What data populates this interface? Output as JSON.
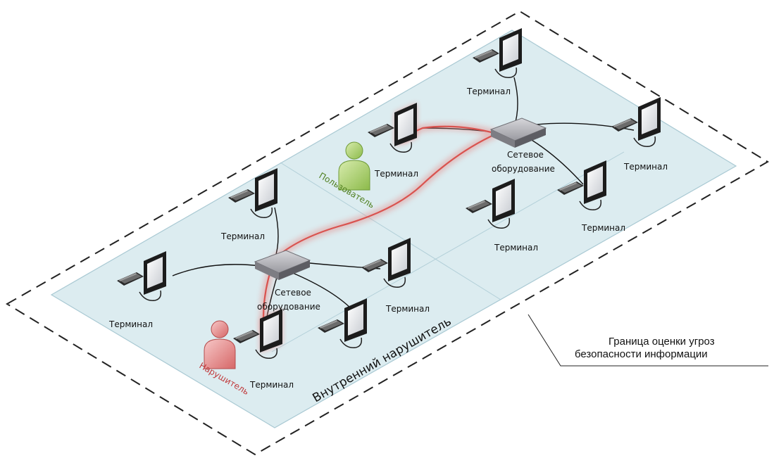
{
  "labels": {
    "terminal": "Терминал",
    "network_equipment_line1": "Сетевое",
    "network_equipment_line2": "оборудование",
    "user": "Пользователь",
    "intruder": "Нарушитель",
    "internal_zone": "Внутренний нарушитель",
    "boundary_line1": "Граница оценки угроз",
    "boundary_line2": "безопасности информации"
  },
  "colors": {
    "zone_fill": "#dcecf0",
    "zone_border": "#a9c9d3",
    "boundary_stroke": "#222222",
    "threat_path": "#d9534f",
    "user_figure": "#a8cf6b",
    "intruder_figure": "#e98a8a",
    "device": "#9a9aa0"
  },
  "icons": [
    "computer-terminal-icon",
    "network-switch-icon",
    "person-icon"
  ]
}
